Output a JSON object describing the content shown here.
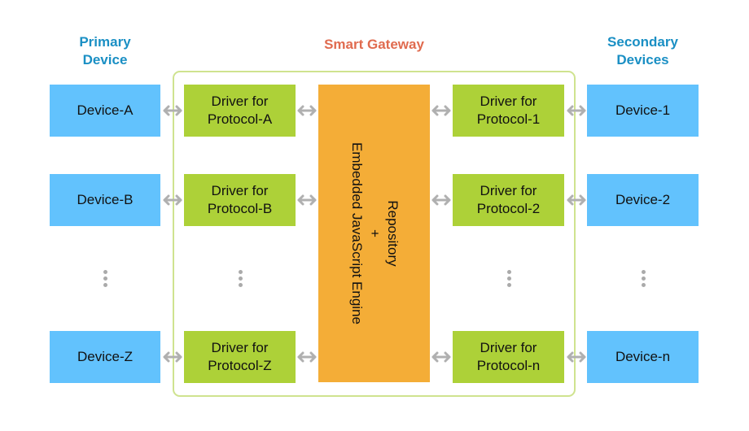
{
  "titles": {
    "primary_line1": "Primary",
    "primary_line2": "Device",
    "gateway": "Smart Gateway",
    "secondary_line1": "Secondary",
    "secondary_line2": "Devices"
  },
  "primary_devices": [
    "Device-A",
    "Device-B",
    "Device-Z"
  ],
  "primary_drivers": [
    {
      "line1": "Driver for",
      "line2": "Protocol-A"
    },
    {
      "line1": "Driver for",
      "line2": "Protocol-B"
    },
    {
      "line1": "Driver for",
      "line2": "Protocol-Z"
    }
  ],
  "engine": {
    "line1": "Repository",
    "line2": "+",
    "line3": "Embedded JavaScript Engine"
  },
  "secondary_drivers": [
    {
      "line1": "Driver for",
      "line2": "Protocol-1"
    },
    {
      "line1": "Driver for",
      "line2": "Protocol-2"
    },
    {
      "line1": "Driver for",
      "line2": "Protocol-n"
    }
  ],
  "secondary_devices": [
    "Device-1",
    "Device-2",
    "Device-n"
  ],
  "icons": {
    "connector": "bidirectional-arrow",
    "continuation": "vertical-ellipsis"
  },
  "colors": {
    "device": "#62c2fd",
    "driver": "#add138",
    "engine": "#f4ad37",
    "gateway_border": "#cfe38f",
    "column_title": "#1a8fc4",
    "gateway_title": "#e06b4f",
    "connector": "#b0b0b0"
  }
}
